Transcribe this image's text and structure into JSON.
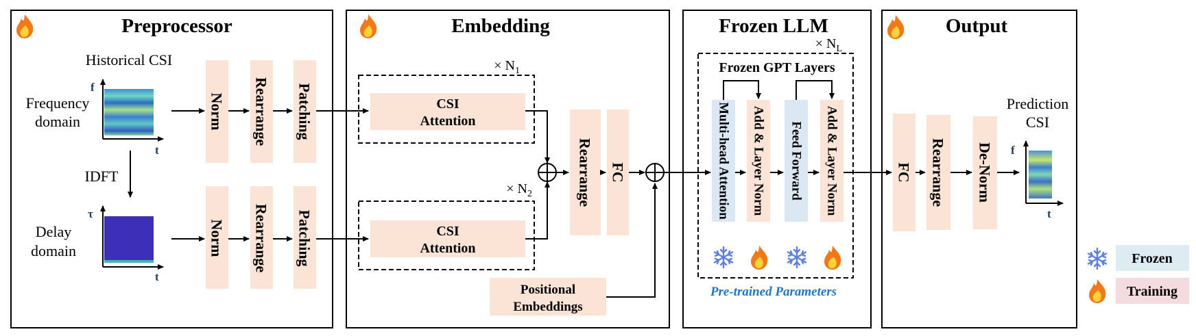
{
  "colors": {
    "block_fill": "#fbe3d6",
    "frozen_fill": "#dbe8f4",
    "frozen_legend": "#dcecf2",
    "training_legend": "#f4dbe0",
    "pretrained_text": "#1f77c4",
    "axis_label": "#1f3c5a",
    "snowflake": "#5b7fe0",
    "flame_outer": "#f07a1a",
    "flame_inner": "#ffd23a"
  },
  "icons": {
    "training": "flame-icon",
    "frozen": "snowflake-icon"
  },
  "sections": {
    "preprocessor": "Preprocessor",
    "embedding": "Embedding",
    "frozen_llm": "Frozen LLM",
    "output": "Output"
  },
  "preprocessor": {
    "historical_csi": "Historical CSI",
    "frequency_domain": [
      "Frequency",
      "domain"
    ],
    "delay_domain": [
      "Delay",
      "domain"
    ],
    "idft": "IDFT",
    "freq_axes": {
      "y": "f",
      "x": "t"
    },
    "delay_axes": {
      "y": "τ",
      "x": "t"
    },
    "blocks": [
      "Norm",
      "Rearrange",
      "Patching"
    ]
  },
  "embedding": {
    "repeat_1": "× N",
    "repeat_1_sub": "1",
    "repeat_2": "× N",
    "repeat_2_sub": "2",
    "csi_attention": [
      "CSI",
      "Attention"
    ],
    "rearrange": "Rearrange",
    "fc": "FC",
    "positional": [
      "Positional",
      "Embeddings"
    ]
  },
  "llm": {
    "repeat": "× N",
    "repeat_sub": "L",
    "gpt_layers": "Frozen GPT Layers",
    "blocks": [
      "Multi-head Attention",
      "Add & Layer Norm",
      "Feed Forward",
      "Add & Layer Norm"
    ],
    "pretrained": "Pre-trained Parameters"
  },
  "output": {
    "blocks": [
      "FC",
      "Rearrange",
      "De-Norm"
    ],
    "prediction": [
      "Prediction",
      "CSI"
    ],
    "axes": {
      "y": "f",
      "x": "t"
    }
  },
  "legend": {
    "frozen": "Frozen",
    "training": "Training"
  }
}
